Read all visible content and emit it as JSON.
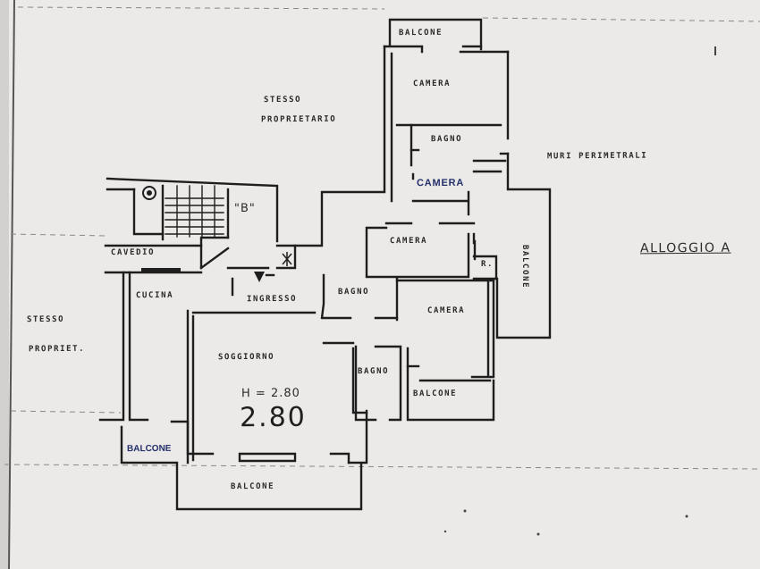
{
  "plan": {
    "title": "ALLOGGIO A",
    "rooms": {
      "balcone_top": "BALCONE",
      "camera_top": "CAMERA",
      "stesso_proprietario": "STESSO",
      "stesso_proprietario_2": "PROPRIETARIO",
      "bagno_top": "BAGNO",
      "muri_perimetrali": "MURI PERIMETRALI",
      "camera_blue": "CAMERA",
      "scala_b": "\"B\"",
      "camera_mid": "CAMERA",
      "balcone_right": "BALCONE",
      "r": "R.",
      "cavedio": "CAVEDIO",
      "cucina": "CUCINA",
      "ingresso": "INGRESSO",
      "bagno_mid": "BAGNO",
      "camera_right": "CAMERA",
      "stesso_propriet": "STESSO",
      "stesso_propriet_2": "PROPRIET.",
      "soggiorno": "SOGGIORNO",
      "bagno_small": "BAGNO",
      "altezza": "H = 2.80",
      "altezza_big": "2.80",
      "balcone_small": "BALCONE",
      "balcone_right_low": "BALCONE",
      "balcone_bottom": "BALCONE"
    }
  }
}
